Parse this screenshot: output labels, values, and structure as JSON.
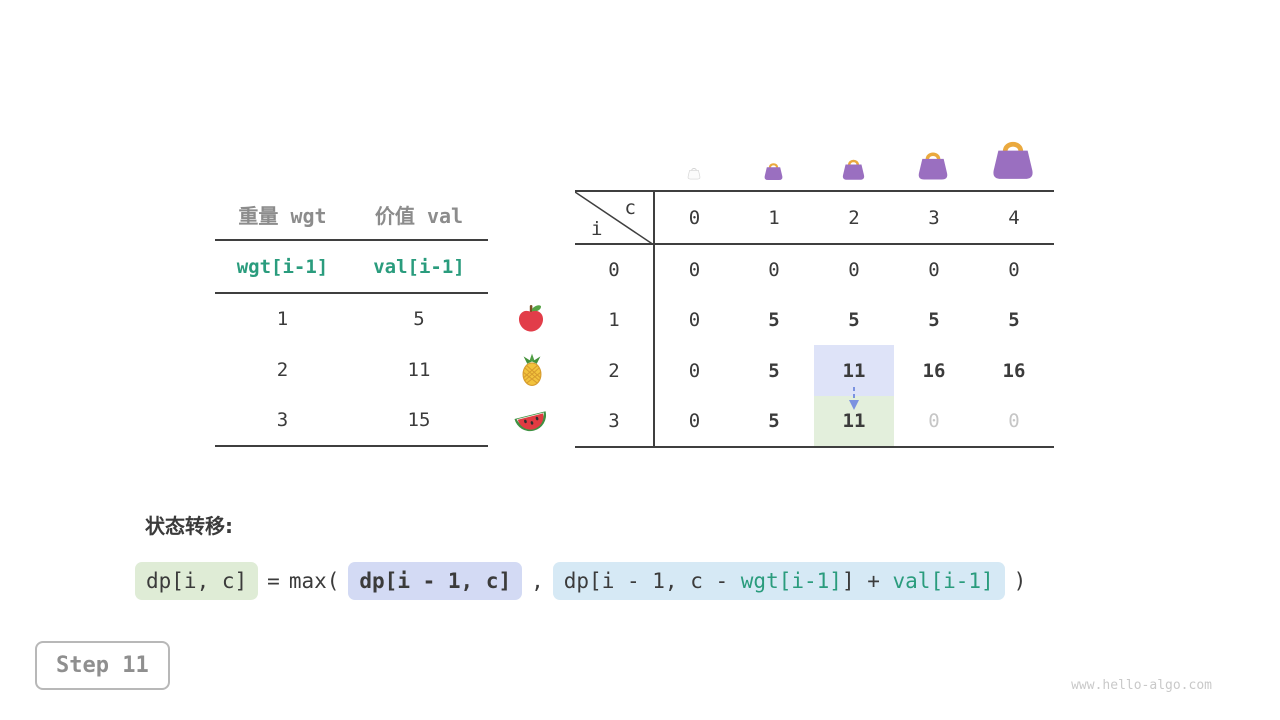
{
  "colors": {
    "teal": "#2a9c7d",
    "header_gray": "#8c8c8c",
    "text_dark": "#3b3b3b",
    "dim_gray": "#c6c6c6",
    "hl_blue": "#dee3f8",
    "hl_green": "#e3efdc",
    "box_green": "#dfecd6",
    "box_lavender": "#d3daf4",
    "box_blue": "#d6e9f5",
    "bag_purple": "#9a6fc0",
    "bag_handle": "#eaa93e",
    "arrow_blue": "#7b92e0",
    "line_dark": "#3f3f3f",
    "ghost_gray": "#d4d4d4",
    "step_border": "#b8b8b8",
    "step_text": "#8f8f8f",
    "watermark_gray": "#c9c9c9"
  },
  "left_table": {
    "col_headers": [
      "重量 wgt",
      "价值 val"
    ],
    "var_row": [
      "wgt[i-1]",
      "val[i-1]"
    ],
    "rows": [
      {
        "wgt": "1",
        "val": "5",
        "icon": "apple-icon"
      },
      {
        "wgt": "2",
        "val": "11",
        "icon": "pineapple-icon"
      },
      {
        "wgt": "3",
        "val": "15",
        "icon": "watermelon-icon"
      }
    ]
  },
  "dp_table": {
    "corner": {
      "row_label": "i",
      "col_label": "c"
    },
    "col_headers": [
      "0",
      "1",
      "2",
      "3",
      "4"
    ],
    "bag_icons": [
      "bag-ghost-icon",
      "bag-small-icon",
      "bag-medium-icon",
      "bag-large-icon",
      "bag-xlarge-icon"
    ],
    "rows": [
      {
        "label": "0",
        "cells": [
          {
            "v": "0",
            "s": "n"
          },
          {
            "v": "0",
            "s": "n"
          },
          {
            "v": "0",
            "s": "n"
          },
          {
            "v": "0",
            "s": "n"
          },
          {
            "v": "0",
            "s": "n"
          }
        ]
      },
      {
        "label": "1",
        "cells": [
          {
            "v": "0",
            "s": "n"
          },
          {
            "v": "5",
            "s": "b"
          },
          {
            "v": "5",
            "s": "b"
          },
          {
            "v": "5",
            "s": "b"
          },
          {
            "v": "5",
            "s": "b"
          }
        ]
      },
      {
        "label": "2",
        "cells": [
          {
            "v": "0",
            "s": "n"
          },
          {
            "v": "5",
            "s": "b"
          },
          {
            "v": "11",
            "s": "hb"
          },
          {
            "v": "16",
            "s": "b"
          },
          {
            "v": "16",
            "s": "b"
          }
        ]
      },
      {
        "label": "3",
        "cells": [
          {
            "v": "0",
            "s": "n"
          },
          {
            "v": "5",
            "s": "b"
          },
          {
            "v": "11",
            "s": "hg"
          },
          {
            "v": "0",
            "s": "g"
          },
          {
            "v": "0",
            "s": "g"
          }
        ]
      }
    ]
  },
  "formula": {
    "label": "状态转移:",
    "box1": "dp[i, c]",
    "eq": "=",
    "max_open": "max(",
    "box2": "dp[i - 1, c]",
    "comma": ",",
    "box3_parts": [
      "dp[i - 1, c - ",
      "wgt[i-1]",
      "] + ",
      "val[i-1]"
    ],
    "close": ")"
  },
  "step_badge": "Step 11",
  "watermark": "www.hello-algo.com"
}
